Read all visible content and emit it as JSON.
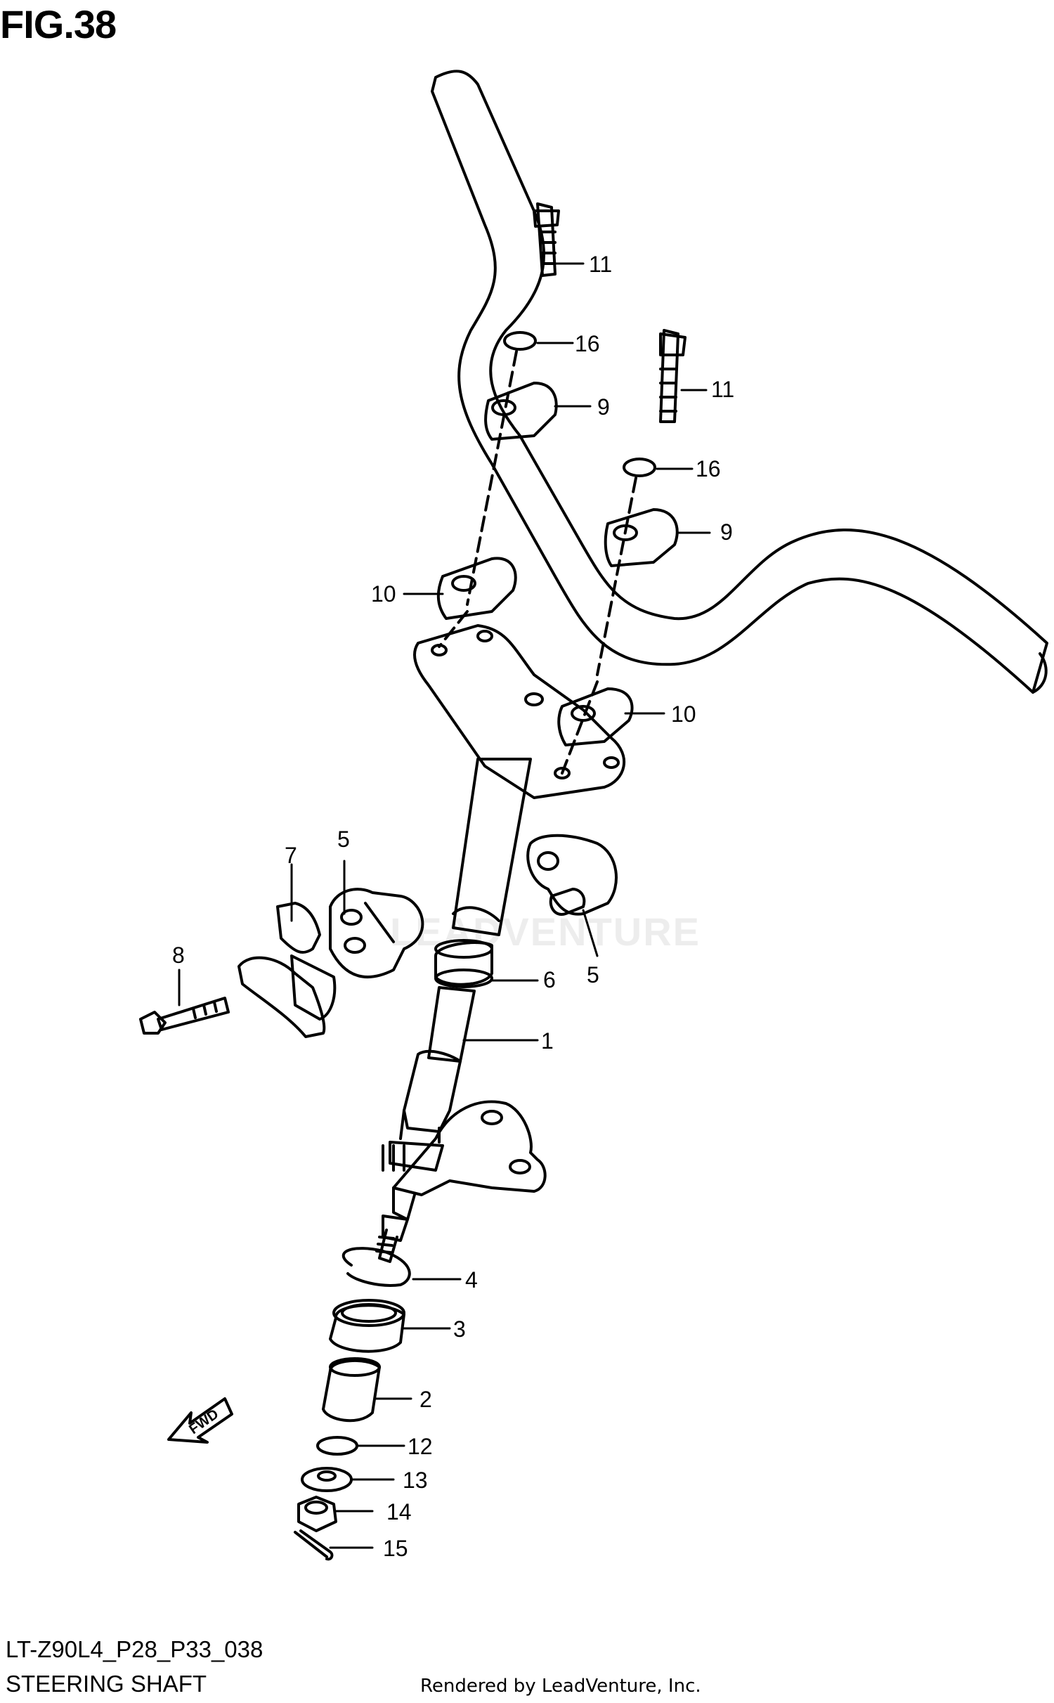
{
  "figure": {
    "title": "FIG.38",
    "code": "LT-Z90L4_P28_P33_038",
    "caption": "STEERING SHAFT",
    "credit": "Rendered by LeadVenture, Inc.",
    "watermark": "LEADVENTURE"
  },
  "callouts": [
    {
      "label": "11"
    },
    {
      "label": "16"
    },
    {
      "label": "9"
    },
    {
      "label": "11"
    },
    {
      "label": "16"
    },
    {
      "label": "9"
    },
    {
      "label": "10"
    },
    {
      "label": "10"
    },
    {
      "label": "7"
    },
    {
      "label": "5"
    },
    {
      "label": "5"
    },
    {
      "label": "8"
    },
    {
      "label": "6"
    },
    {
      "label": "1"
    },
    {
      "label": "4"
    },
    {
      "label": "3"
    },
    {
      "label": "2"
    },
    {
      "label": "12"
    },
    {
      "label": "13"
    },
    {
      "label": "14"
    },
    {
      "label": "15"
    }
  ],
  "fwd_arrow": {
    "label": "FWD"
  }
}
